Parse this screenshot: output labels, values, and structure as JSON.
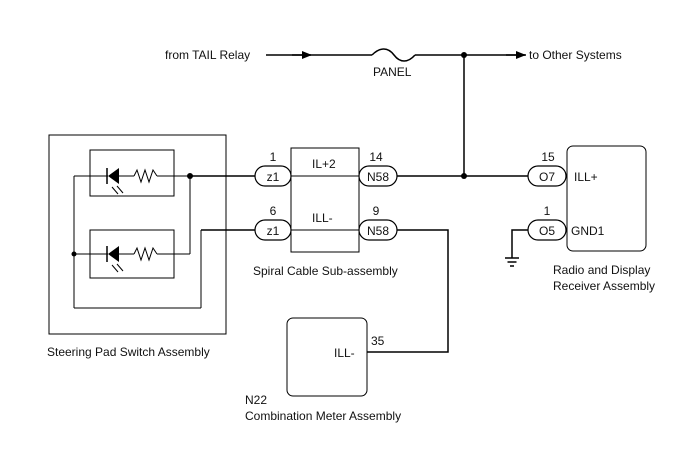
{
  "labels": {
    "from_tail_relay": "from TAIL Relay",
    "to_other_systems": "to Other Systems",
    "fuse": "PANEL",
    "steering_pad": "Steering Pad Switch Assembly",
    "spiral_cable": "Spiral Cable Sub-assembly",
    "radio_line1": "Radio and Display",
    "radio_line2": "Receiver Assembly",
    "meter_code": "N22",
    "meter_name": "Combination Meter Assembly"
  },
  "spiral_cable": {
    "left_top": {
      "connector": "z1",
      "pin": "1"
    },
    "left_bottom": {
      "connector": "z1",
      "pin": "6"
    },
    "right_top": {
      "connector": "N58",
      "pin": "14"
    },
    "right_bottom": {
      "connector": "N58",
      "pin": "9"
    },
    "signal_top": "IL+2",
    "signal_bottom": "ILL-"
  },
  "radio": {
    "top": {
      "connector": "O7",
      "pin": "15",
      "terminal": "ILL+"
    },
    "bottom": {
      "connector": "O5",
      "pin": "1",
      "terminal": "GND1"
    }
  },
  "meter": {
    "pin": "35",
    "terminal": "ILL-"
  }
}
